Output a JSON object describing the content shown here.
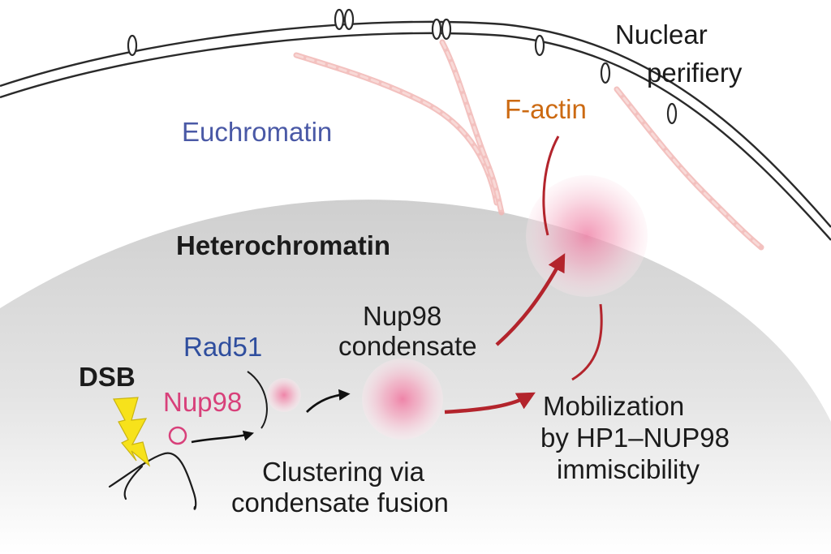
{
  "labels": {
    "nuclear_line1": "Nuclear",
    "nuclear_line2": "perifiery",
    "f_actin": "F-actin",
    "euchromatin": "Euchromatin",
    "heterochromatin": "Heterochromatin",
    "nup98_condensate_line1": "Nup98",
    "nup98_condensate_line2": "condensate",
    "rad51": "Rad51",
    "dsb": "DSB",
    "nup98": "Nup98",
    "clustering_line1": "Clustering via",
    "clustering_line2": "condensate fusion",
    "mobilization_line1": "Mobilization",
    "mobilization_line2": "by HP1–NUP98",
    "mobilization_line3": "immiscibility"
  },
  "colors": {
    "euchromatin": "#4a59a6",
    "f_actin": "#cc6a12",
    "rad51": "#2f4e9e",
    "nup98": "#d8407a",
    "arrow_red": "#b3242c",
    "actin_filament": "#f1b7b4",
    "lightning": "#f7e21b",
    "condensate": "#ef7fa5"
  },
  "icons": [
    "lightning-bolt-icon",
    "nuclear-pore-icon"
  ]
}
